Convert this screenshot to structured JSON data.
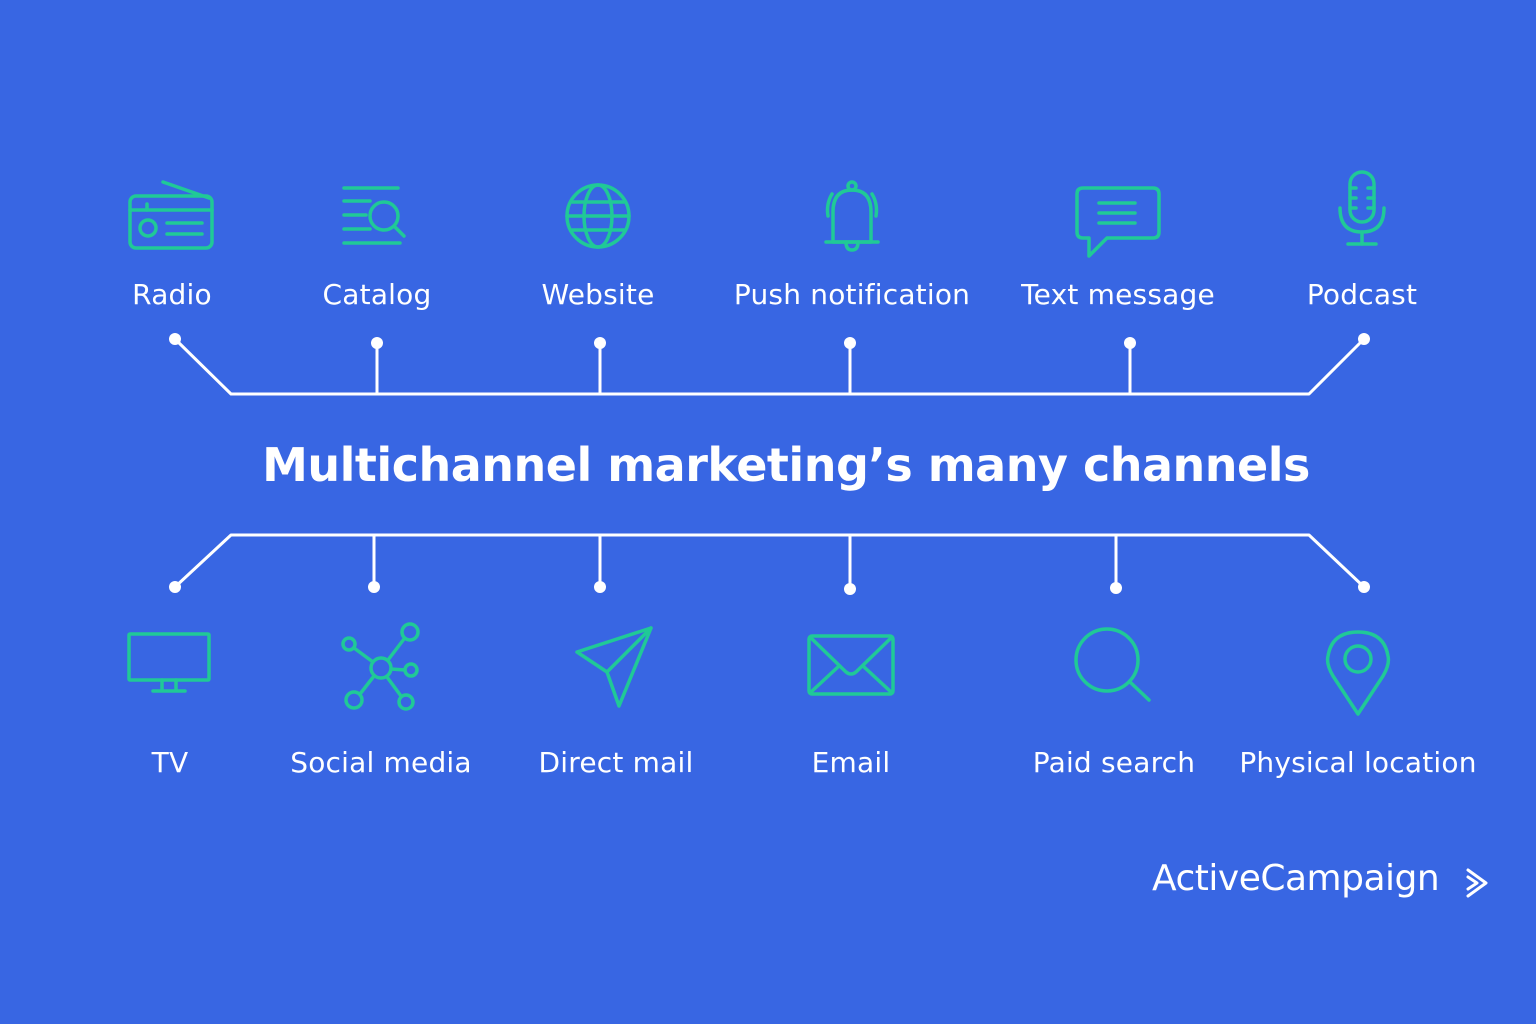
{
  "title": "Multichannel marketing’s many channels",
  "brand": {
    "name": "ActiveCampaign",
    "logo_icon": "double-chevron-right-icon"
  },
  "colors": {
    "background": "#3866E3",
    "icon": "#20C997",
    "text": "#FFFFFF",
    "lines": "#FFFFFF"
  },
  "top_channels": [
    {
      "label": "Radio",
      "icon": "radio-icon"
    },
    {
      "label": "Catalog",
      "icon": "catalog-search-icon"
    },
    {
      "label": "Website",
      "icon": "globe-icon"
    },
    {
      "label": "Push notification",
      "icon": "bell-icon"
    },
    {
      "label": "Text message",
      "icon": "chat-bubble-icon"
    },
    {
      "label": "Podcast",
      "icon": "microphone-icon"
    }
  ],
  "bottom_channels": [
    {
      "label": "TV",
      "icon": "tv-icon"
    },
    {
      "label": "Social media",
      "icon": "network-icon"
    },
    {
      "label": "Direct mail",
      "icon": "paper-plane-icon"
    },
    {
      "label": "Email",
      "icon": "envelope-icon"
    },
    {
      "label": "Paid search",
      "icon": "search-icon"
    },
    {
      "label": "Physical location",
      "icon": "map-pin-icon"
    }
  ]
}
